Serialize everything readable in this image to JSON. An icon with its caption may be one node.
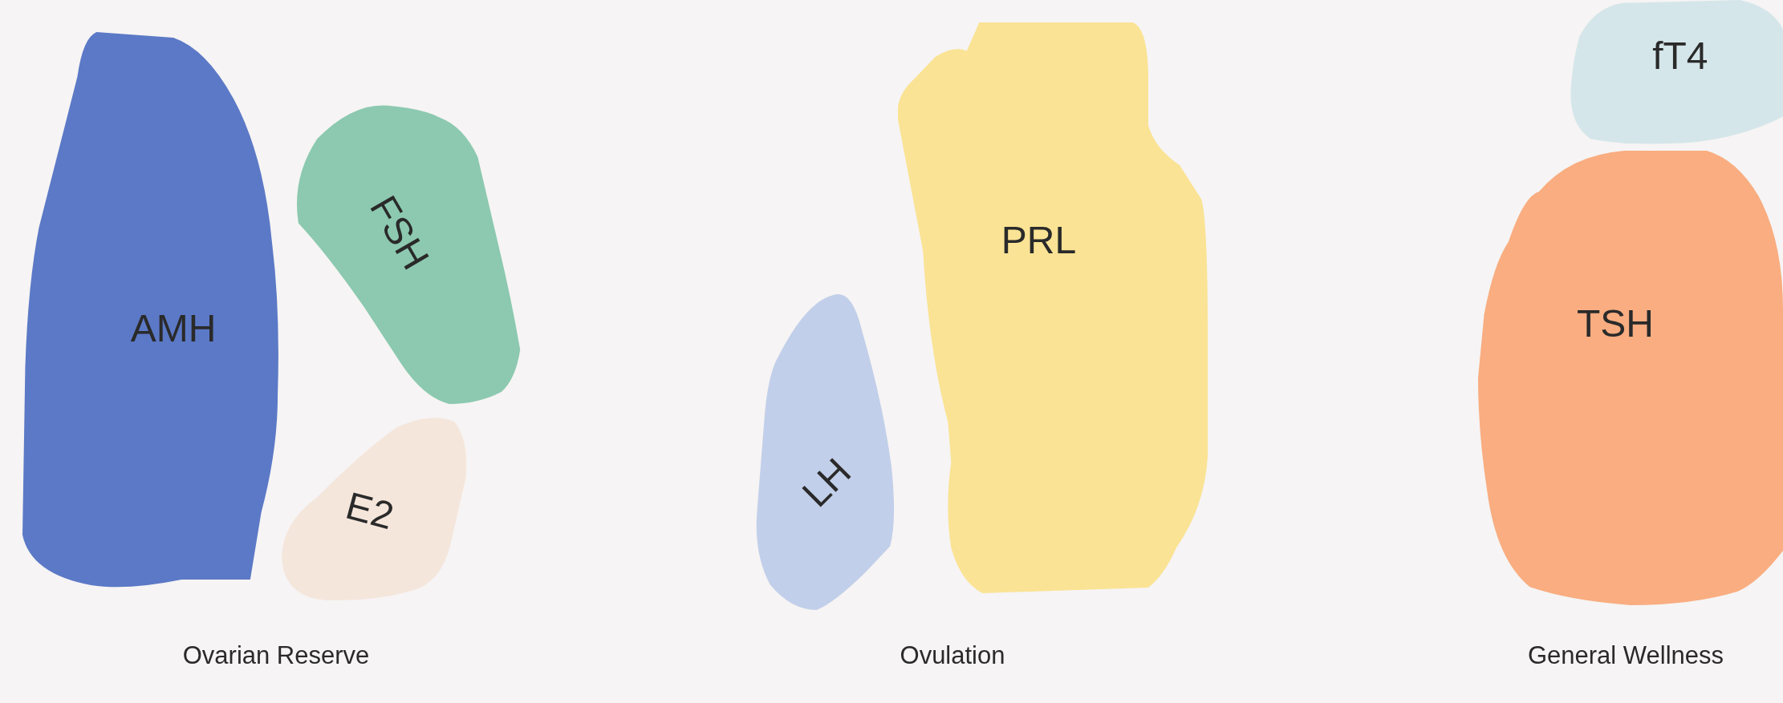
{
  "diagram": {
    "nodes": [
      {
        "text": [
          "AMH"
        ]
      },
      {
        "text": [
          "FSH"
        ]
      },
      {
        "text": [
          "E2"
        ]
      },
      {
        "text": [
          "LH"
        ]
      },
      {
        "text": [
          "PRL"
        ]
      },
      {
        "text": [
          "fT4"
        ]
      },
      {
        "text": [
          "TSH"
        ]
      }
    ],
    "labels": [
      "Ovarian Reserve",
      "Ovulation",
      "General Wellness"
    ]
  }
}
